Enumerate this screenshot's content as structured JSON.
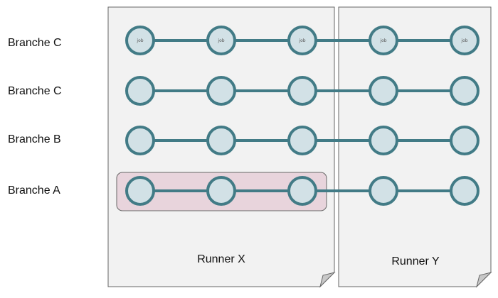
{
  "rows": [
    {
      "label": "Branche C",
      "node_text": "job",
      "highlighted": false
    },
    {
      "label": "Branche C",
      "node_text": "",
      "highlighted": false
    },
    {
      "label": "Branche B",
      "node_text": "",
      "highlighted": false
    },
    {
      "label": "Branche A",
      "node_text": "",
      "highlighted": true
    }
  ],
  "runners": [
    {
      "label": "Runner X"
    },
    {
      "label": "Runner Y"
    }
  ],
  "nodes_per_row": 5,
  "colors": {
    "node_fill": "#d2e1e6",
    "node_stroke": "#427b86",
    "line": "#427b86",
    "panel_fill": "#f2f2f2",
    "panel_stroke": "#666666",
    "highlight_fill": "#e8d4dc",
    "highlight_stroke": "#666666"
  }
}
